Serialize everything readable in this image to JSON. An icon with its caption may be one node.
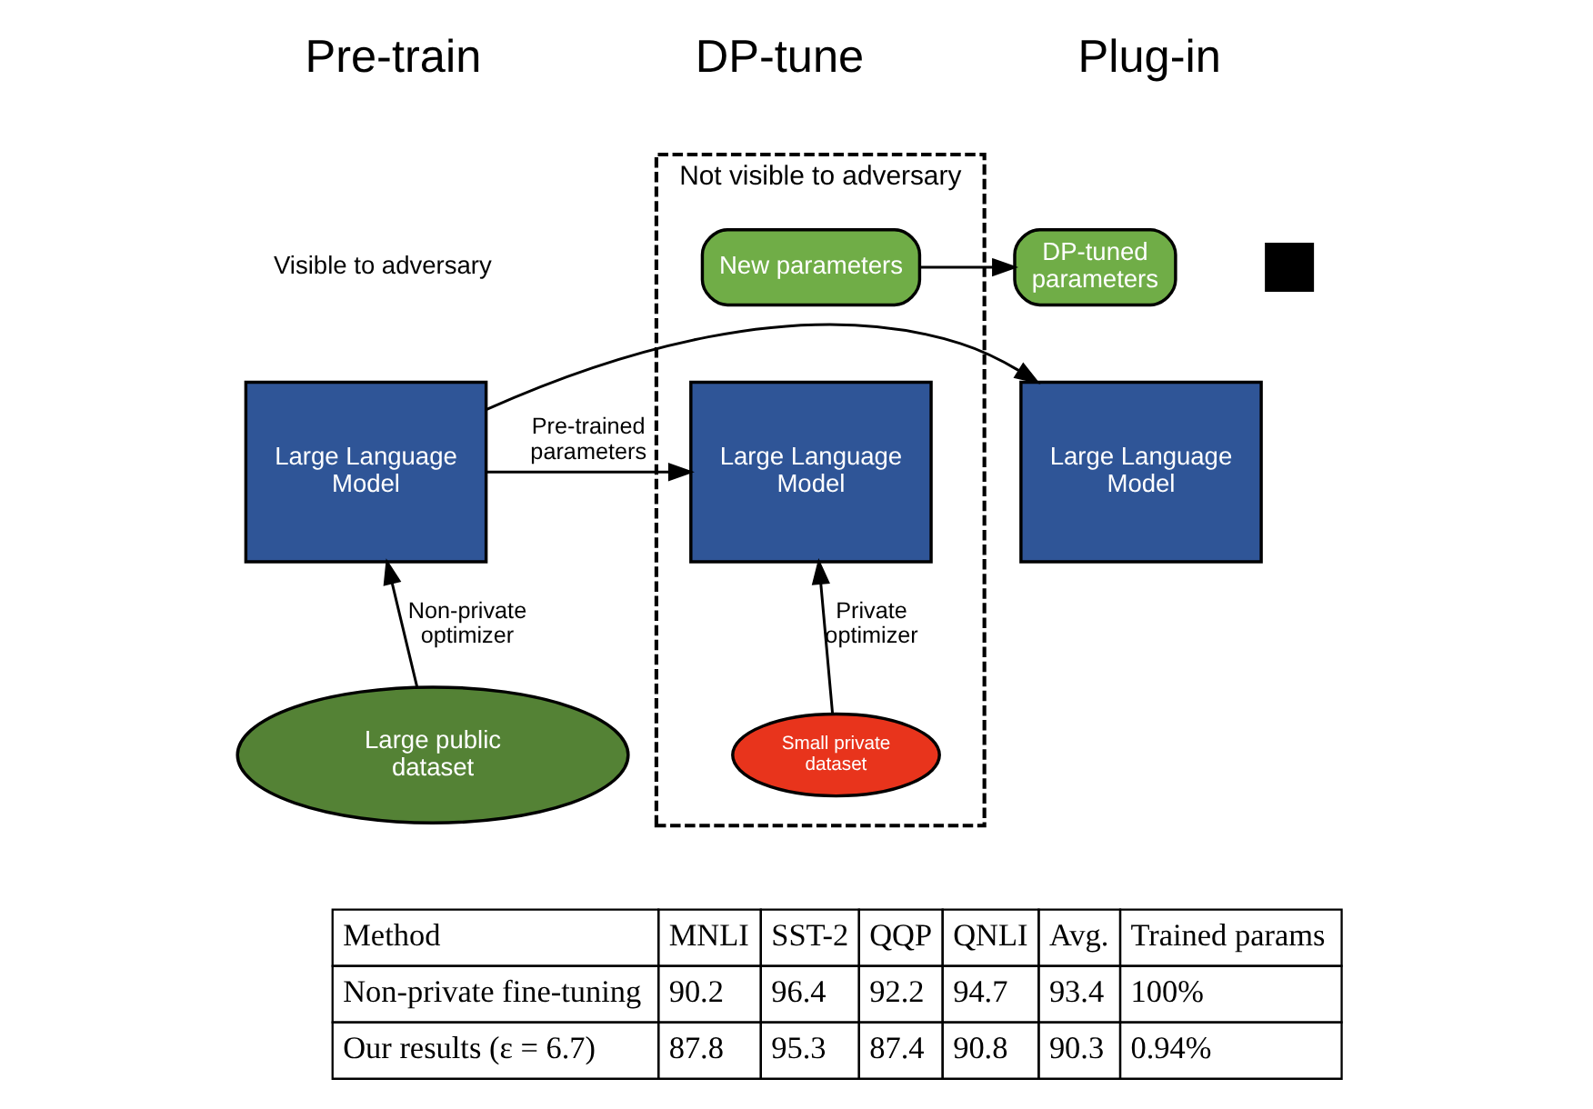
{
  "diagram": {
    "nodes": [
      {
        "text": [
          "Large Language Model"
        ]
      },
      {
        "text": [
          "Large public dataset"
        ]
      },
      {
        "text": [
          "Not visible to adversary"
        ]
      },
      {
        "text": [
          "New parameters"
        ],
        "in": 2
      },
      {
        "text": [
          "Large Language Model"
        ],
        "in": 2
      },
      {
        "text": [
          "Small private dataset"
        ],
        "in": 2
      },
      {
        "text": [
          "DP-tuned parameters"
        ]
      },
      {
        "text": [],
        "shape": "plus"
      },
      {
        "text": [
          "Large Language Model"
        ]
      }
    ],
    "edges": [
      {
        "from": 1,
        "to": 0,
        "arrow": "to",
        "label": "Non-private optimizer"
      },
      {
        "from": 0,
        "to": 4,
        "arrow": "to",
        "label": "Pre-trained parameters"
      },
      {
        "from": 0,
        "to": 8,
        "arrow": "to"
      },
      {
        "from": 5,
        "to": 4,
        "arrow": "to",
        "label": "Private optimizer"
      },
      {
        "from": 3,
        "to": 6,
        "arrow": "to"
      }
    ],
    "labels": [
      "Pre-train",
      "DP-tune",
      "Plug-in",
      "Visible to adversary",
      "Method",
      "MNLI",
      "SST-2",
      "QQP",
      "QNLI",
      "Avg.",
      "Trained params",
      "Non-private fine-tuning",
      "90.2",
      "96.4",
      "92.2",
      "94.7",
      "93.4",
      "100%",
      "Our results (ε = 6.7)",
      "87.8",
      "95.3",
      "87.4",
      "90.8",
      "90.3",
      "0.94%"
    ]
  }
}
